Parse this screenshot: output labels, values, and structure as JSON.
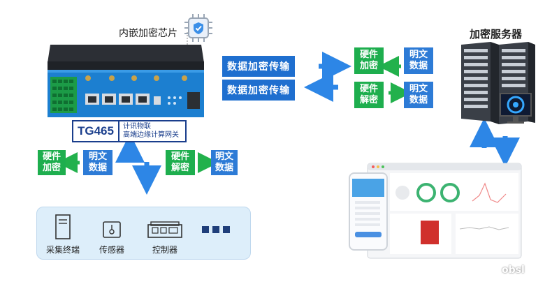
{
  "chip_label": "内嵌加密芯片",
  "server_label": "加密服务器",
  "gateway": {
    "model": "TG465",
    "line1": "计讯物联",
    "line2": "高端边缘计算网关"
  },
  "center_boxes": {
    "top": "数据加密传输",
    "bottom": "数据加密传输"
  },
  "right_flow": {
    "hw_encrypt": [
      "硬件",
      "加密"
    ],
    "hw_decrypt": [
      "硬件",
      "解密"
    ],
    "plain1": [
      "明文",
      "数据"
    ],
    "plain2": [
      "明文",
      "数据"
    ]
  },
  "left_flow": {
    "hw_encrypt": [
      "硬件",
      "加密"
    ],
    "plain1": [
      "明文",
      "数据"
    ],
    "hw_decrypt": [
      "硬件",
      "解密"
    ],
    "plain2": [
      "明文",
      "数据"
    ]
  },
  "devices": [
    {
      "label": "采集终端",
      "icon": "terminal-icon"
    },
    {
      "label": "传感器",
      "icon": "sensor-icon"
    },
    {
      "label": "控制器",
      "icon": "controller-icon"
    },
    {
      "label": "",
      "icon": "more-icon"
    }
  ],
  "watermark": "obsl",
  "colors": {
    "blue": "#1f6fcf",
    "green": "#1eae4e",
    "arrow_blue": "#2d86e6"
  }
}
